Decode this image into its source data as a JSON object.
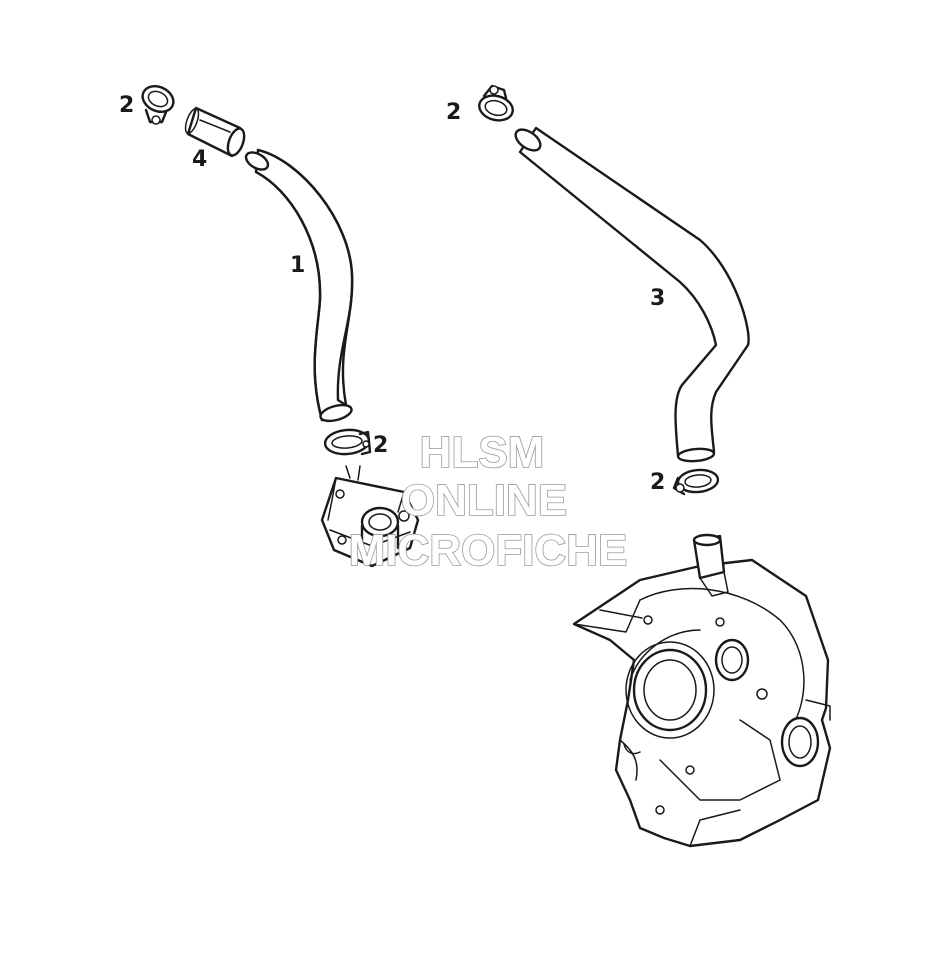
{
  "diagram": {
    "callouts": [
      {
        "id": "c-2-topleft",
        "label": "2"
      },
      {
        "id": "c-4",
        "label": "4"
      },
      {
        "id": "c-1",
        "label": "1"
      },
      {
        "id": "c-2-middle",
        "label": "2"
      },
      {
        "id": "c-2-topright",
        "label": "2"
      },
      {
        "id": "c-3",
        "label": "3"
      },
      {
        "id": "c-2-right",
        "label": "2"
      }
    ],
    "watermark": {
      "line1": "HLSM",
      "line2": "ONLINE",
      "line3": "MICROFICHE",
      "stroke_color": "#9a9a9a"
    },
    "line_color": "#1a1a1a",
    "background_color": "#ffffff"
  }
}
